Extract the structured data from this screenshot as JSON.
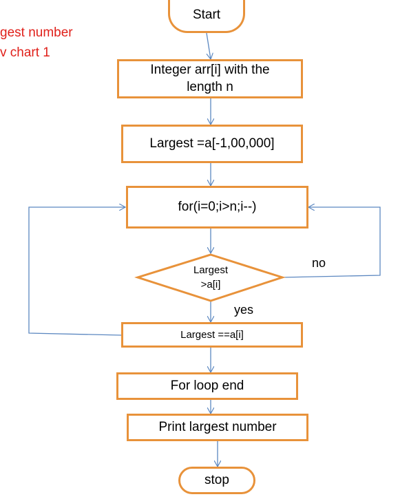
{
  "colors": {
    "box_border": "#e8923a",
    "connector": "#5b87c0",
    "heading_text": "#e0201a"
  },
  "heading": {
    "line1_part1": "gest",
    "line1_part2": " number",
    "line2": "v chart 1"
  },
  "nodes": {
    "start": "Start",
    "input_line1": "Integer arr[i] with the",
    "input_line2": "length n",
    "init": "Largest =a[-1,00,000]",
    "loop": "for(i=0;i>n;i--)",
    "decision_line1": "Largest",
    "decision_line2": ">a[i]",
    "assign": "Largest ==a[i]",
    "loop_end": "For loop end",
    "print": "Print largest number",
    "stop": "stop"
  },
  "edges": {
    "no_label": "no",
    "yes_label": "yes"
  }
}
